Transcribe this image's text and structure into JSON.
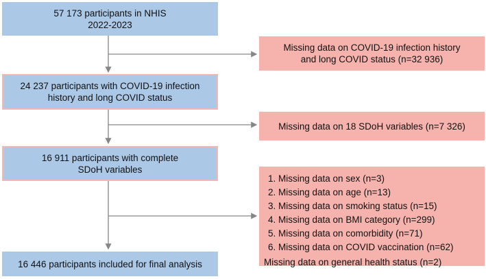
{
  "flow": {
    "main": [
      {
        "lines": [
          "57 173 participants in NHIS",
          "2022-2023"
        ]
      },
      {
        "lines": [
          "24 237 participants with COVID-19 infection",
          "history and long COVID status"
        ]
      },
      {
        "lines": [
          "16 911 participants with complete",
          "SDoH variables"
        ]
      },
      {
        "lines": [
          "16 446 participants included for final analysis"
        ]
      }
    ],
    "exclusions": [
      {
        "lines": [
          "Missing data on COVID-19 infection history",
          "and long COVID status (n=32 936)"
        ]
      },
      {
        "lines": [
          "Missing data on 18 SDoH variables (n=7 326)"
        ]
      },
      {
        "items": [
          "1. Missing data on sex (n=3)",
          "2. Missing data on age (n=13)",
          "3. Missing data on smoking status (n=15)",
          "4. Missing data on BMI category (n=299)",
          "5. Missing data on comorbidity (n=71)",
          "6. Missing data on COVID vaccination (n=62)"
        ],
        "footer": "Missing data on general health status (n=2)"
      }
    ],
    "colors": {
      "blue_box_fill": "#abc8e6",
      "pink_box_fill": "#f6b3ae",
      "pink_border": "#f4b7b4",
      "arrow": "#868686",
      "text": "#111111"
    }
  }
}
